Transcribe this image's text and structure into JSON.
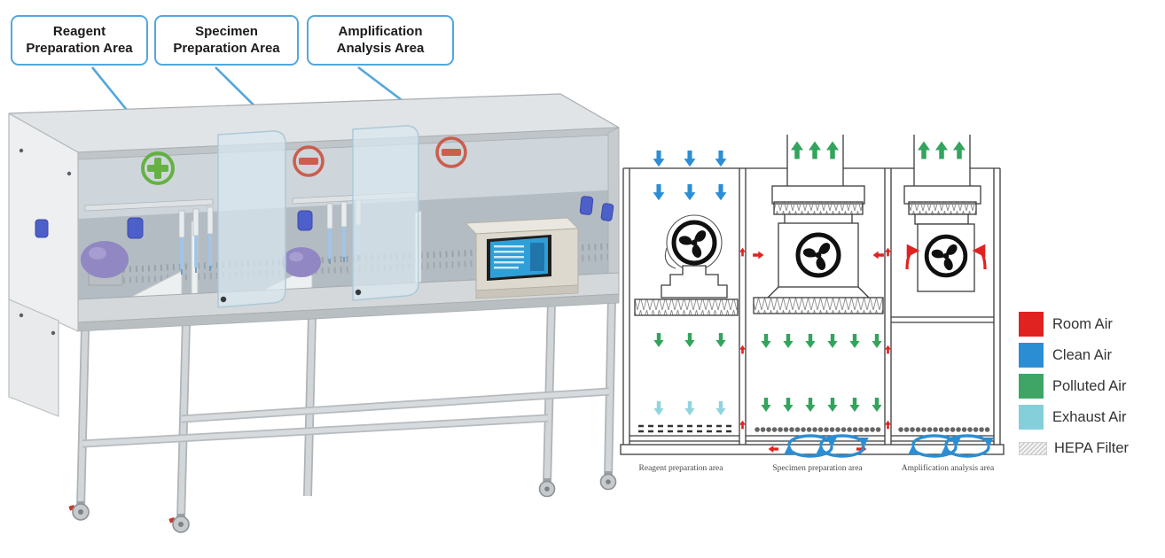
{
  "callouts": [
    {
      "text": "Reagent Preparation Area"
    },
    {
      "text": "Specimen Preparation Area"
    },
    {
      "text": "Amplification Analysis Area"
    }
  ],
  "cabinet": {
    "zones": [
      {
        "symbol": "plus",
        "color": "#57ae2e"
      },
      {
        "symbol": "minus",
        "color": "#cc4a36"
      },
      {
        "symbol": "minus",
        "color": "#cc4a36"
      }
    ]
  },
  "schematic": {
    "areas": [
      "Reagent preparation area",
      "Specimen preparation area",
      "Amplification analysis area"
    ],
    "airflow_colors": {
      "room_air": "#e02320",
      "clean_air": "#2b8ed4",
      "polluted_air": "#33a45c",
      "exhaust_air": "#8fd4de"
    }
  },
  "legend": {
    "items": [
      {
        "label": "Room Air",
        "color": "#e02320",
        "swatch": "solid"
      },
      {
        "label": "Clean Air",
        "color": "#2b8ed4",
        "swatch": "solid"
      },
      {
        "label": "Polluted Air",
        "color": "#3fa567",
        "swatch": "solid"
      },
      {
        "label": "Exhaust Air",
        "color": "#85cfdb",
        "swatch": "solid"
      },
      {
        "label": "HEPA Filter",
        "color": "#cccccc",
        "swatch": "hatch"
      }
    ]
  }
}
